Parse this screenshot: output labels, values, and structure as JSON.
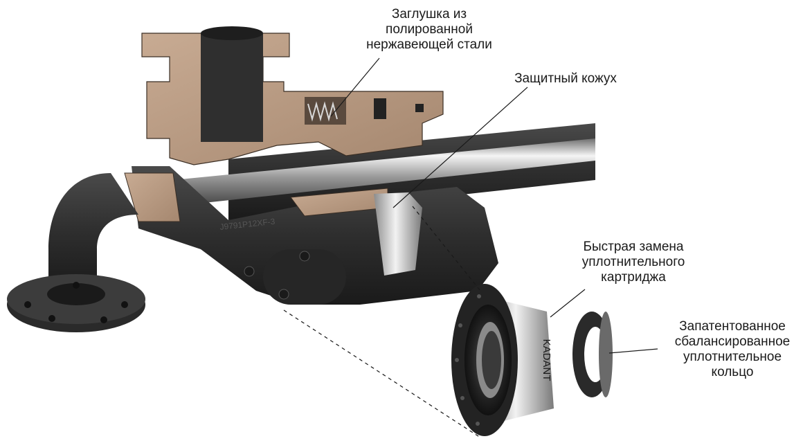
{
  "labels": {
    "plug": "Заглушка из\nполированной\nнержавеющей стали",
    "cover": "Защитный кожух",
    "cartridge": "Быстрая замена\nуплотнительного\nкартриджа",
    "ring": "Запатентованное\nсбалансированное\nуплотнительное\nкольцо"
  },
  "markings": {
    "brand": "KADANT",
    "part_number": "J9791P12XF-3"
  },
  "colors": {
    "cast_iron": "#2b2b2b",
    "cut_section": "#b89a82",
    "steel": "#c9c9c9",
    "leader": "#1a1a1a"
  }
}
